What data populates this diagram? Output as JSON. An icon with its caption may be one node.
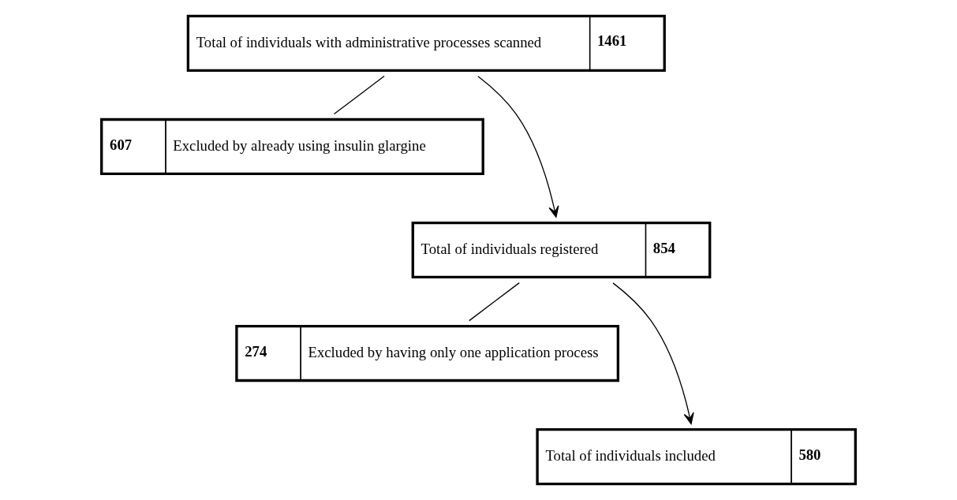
{
  "diagram": {
    "nodes": [
      {
        "text": [
          "Total of individuals with administrative processes scanned",
          "1461"
        ]
      },
      {
        "text": [
          "607",
          "Excluded by already using insulin glargine"
        ]
      },
      {
        "text": [
          "Total of individuals registered",
          "854"
        ]
      },
      {
        "text": [
          "274",
          "Excluded by having only one application process"
        ]
      },
      {
        "text": [
          "Total of individuals included",
          "580"
        ]
      }
    ],
    "edges": [
      {
        "from": 0,
        "to": 2,
        "arrow": "to"
      },
      {
        "from": 0,
        "to": 1,
        "arrow": "none"
      },
      {
        "from": 2,
        "to": 4,
        "arrow": "to"
      },
      {
        "from": 2,
        "to": 3,
        "arrow": "none"
      }
    ]
  }
}
